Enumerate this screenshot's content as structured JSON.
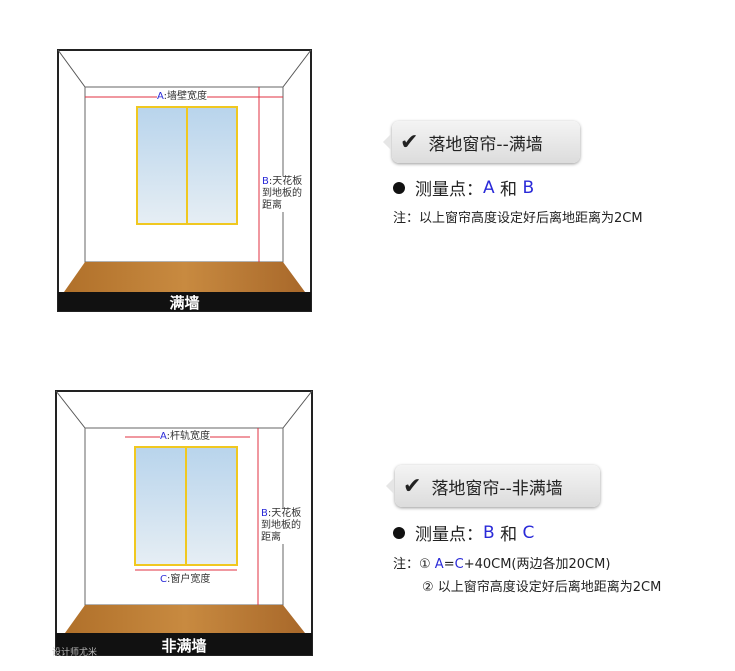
{
  "diagram1": {
    "a_key": "A",
    "a_text": ":墙壁宽度",
    "b_key": "B",
    "b_text": ":天花板",
    "b_text2": "到地板的",
    "b_text3": "距离",
    "band": "满墙"
  },
  "diagram2": {
    "a_key": "A",
    "a_text": ":杆轨宽度",
    "b_key": "B",
    "b_text": ":天花板",
    "b_text2": "到地板的",
    "b_text3": "距离",
    "c_key": "C",
    "c_text": ":窗户宽度",
    "band": "非满墙",
    "watermark": "设计师尤米"
  },
  "section1": {
    "title": "落地窗帘--满墙",
    "point_label": "测量点：",
    "p1": "A",
    "and": "和",
    "p2": "B",
    "note": "注：以上窗帘高度设定好后离地距离为2CM"
  },
  "section2": {
    "title": "落地窗帘--非满墙",
    "point_label": "测量点：",
    "p1": "B",
    "and": "和",
    "p2": "C",
    "note_prefix": "注：① ",
    "note_a": "A",
    "note_eq": "=",
    "note_c": "C",
    "note_rest": "+40CM(两边各加20CM)",
    "note2": "② 以上窗帘高度设定好后离地距离为2CM"
  },
  "colors": {
    "accent": "#2a2ad8",
    "measure": "#e03040",
    "frame": "#f0c820"
  }
}
